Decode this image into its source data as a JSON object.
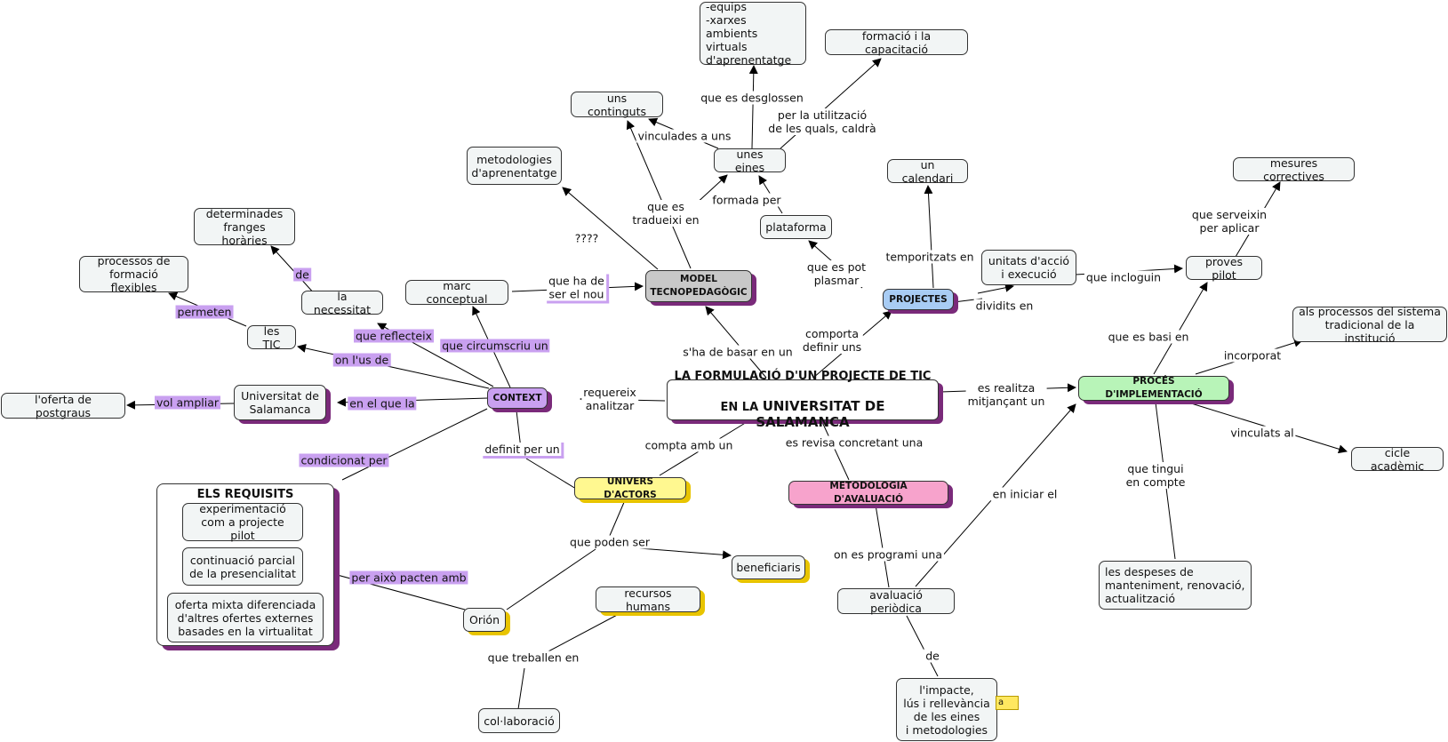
{
  "central": {
    "line1": "LA FORMULACIÓ D'UN PROJECTE DE TIC",
    "line2a": "EN LA ",
    "line2b": "UNIVERSITAT DE SALAMANCA"
  },
  "nodes": {
    "model": "MODEL\nTECNOPEDAGÒGIC",
    "context": "CONTEXT",
    "projectes": "PROJECTES",
    "proces": "PROCÉS D'IMPLEMENTACIÓ",
    "univers": "UNIVERS D'ACTORS",
    "metodologia": "METODOLOGIA D'AVALUACIÓ",
    "equips": "-equips\n-xarxes\nambients virtuals\nd'aprenentatge",
    "formacio": "formació i la capacitació",
    "continguts": "uns continguts",
    "eines": "unes eines",
    "metodologies": "metodologies\nd'aprenentatge",
    "plataforma": "plataforma",
    "calendari": "un calendari",
    "mesures": "mesures correctives",
    "unitats": "unitats d'acció\ni execució",
    "proves": "proves pilot",
    "processos_sistema": "als processos del sistema\ntradicional de la institució",
    "cicle": "cicle acadèmic",
    "despeses": "les despeses de\nmanteniment, renovació,\nactualització",
    "franges": "determinades\nfranges horàries",
    "formacio_flex": "processos de\nformació flexibles",
    "necessitat": "la necessitat",
    "marc": "marc conceptual",
    "tic": "les TIC",
    "universitat": "Universitat de\nSalamanca",
    "postgraus": "l'oferta de postgraus",
    "beneficiaris": "beneficiaris",
    "recursos": "recursos humans",
    "orion": "Orión",
    "collaboracio": "col·laboració",
    "avaluacio": "avaluació periòdica",
    "impacte": "l'impacte,\nlús i rellevància\nde les eines\ni metodologies"
  },
  "requisits": {
    "title": "ELS REQUISITS",
    "items": [
      "experimentació\ncom a projecte pilot",
      "continuació parcial\nde la presencialitat",
      "oferta mixta diferenciada\nd'altres ofertes externes\nbasades en la virtualitat"
    ]
  },
  "links": {
    "desglossen": "que es desglossen",
    "utilitzacio": "per la utilització\nde les quals, caldrà",
    "vinculades": "vinculades a uns",
    "tradueixi": "que es\ntradueixi en",
    "formada": "formada per",
    "interrogants": "????",
    "pot_plasmar": "que es pot\nplasmar",
    "temporitzats": "temporitzats en",
    "dividits": "dividits en",
    "incloguin": "que incloguin",
    "serveixin": "que serveixin\nper aplicar",
    "basi": "que es basi en",
    "incorporat": "incorporat",
    "vinculats": "vinculats al",
    "tingui": "que tingui\nen compte",
    "iniciar": "en iniciar el",
    "realitza": "es realitza\nmitjançant un",
    "comporta": "comporta\ndefinir uns",
    "basar": "s'ha de basar en un",
    "ha_de_ser": "que ha de\nser el nou",
    "requereix": "requereix\nanalitzar",
    "compta": "compta amb un",
    "revisa": "es revisa concretant una",
    "programi": "on es programi una",
    "de_impacte": "de",
    "poden_ser": "que poden ser",
    "treballen": "que treballen en",
    "definit": "definit per un",
    "condicionat": "condicionat per",
    "pacten": "per això pacten amb",
    "circumscriu": "que circumscriu un",
    "reflecteix": "que reflecteix",
    "us_de": "on l'us de",
    "en_el_que": "en el que la",
    "vol_ampliar": "vol ampliar",
    "de_franges": "de",
    "permeten": "permeten"
  },
  "icons": {
    "note": "note-icon",
    "note_letter": "a"
  },
  "colors": {
    "model": "#c8c8c8",
    "context": "#c9a0f0",
    "projectes": "#a8ccf4",
    "proces": "#b8f4b8",
    "univers": "#fff890",
    "metodologia": "#f7a3cc",
    "highlight": "#c9a0f0"
  }
}
